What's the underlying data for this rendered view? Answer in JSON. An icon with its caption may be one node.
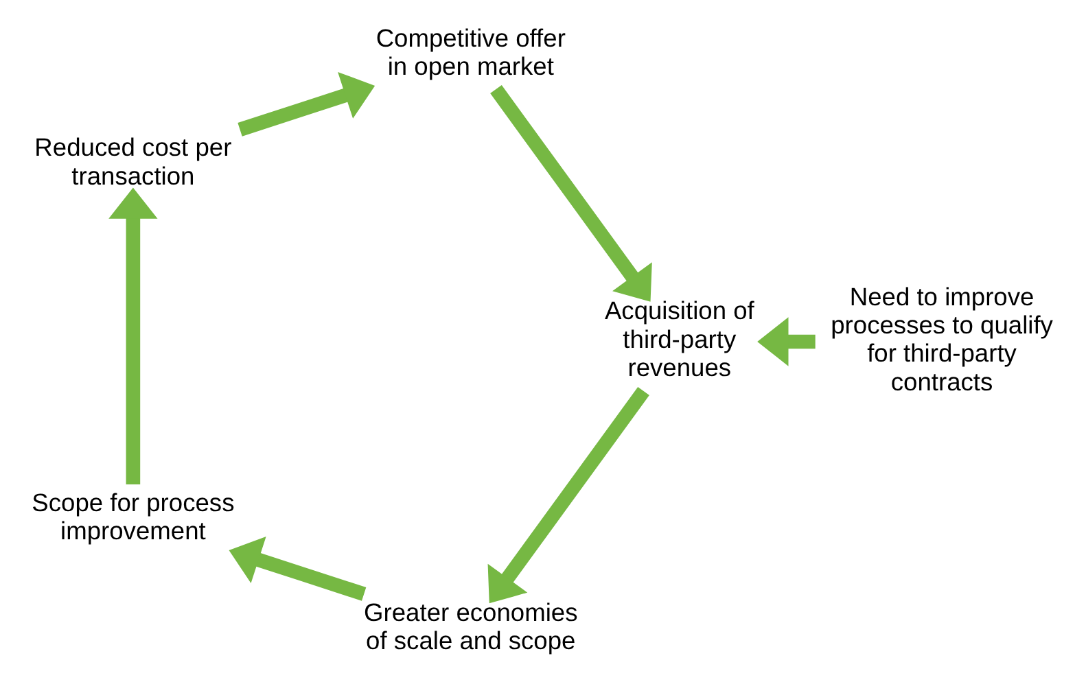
{
  "diagram": {
    "nodes": [
      {
        "text": [
          "Greater economies of scale and scope"
        ]
      },
      {
        "text": [
          "Scope for process improvement"
        ]
      },
      {
        "text": [
          "Reduced cost per transaction"
        ]
      },
      {
        "text": [
          "Competitive offer in open market"
        ]
      },
      {
        "text": [
          "Acquisition of third-party revenues"
        ]
      },
      {
        "text": [
          "Need to improve processes to qualify for third-party contracts"
        ]
      }
    ],
    "edges": [
      {
        "from": 0,
        "to": 1,
        "arrow": "to"
      },
      {
        "from": 1,
        "to": 2,
        "arrow": "to"
      },
      {
        "from": 2,
        "to": 3,
        "arrow": "to"
      },
      {
        "from": 3,
        "to": 4,
        "arrow": "to"
      },
      {
        "from": 4,
        "to": 0,
        "arrow": "to"
      },
      {
        "from": 5,
        "to": 4,
        "arrow": "to"
      }
    ]
  }
}
